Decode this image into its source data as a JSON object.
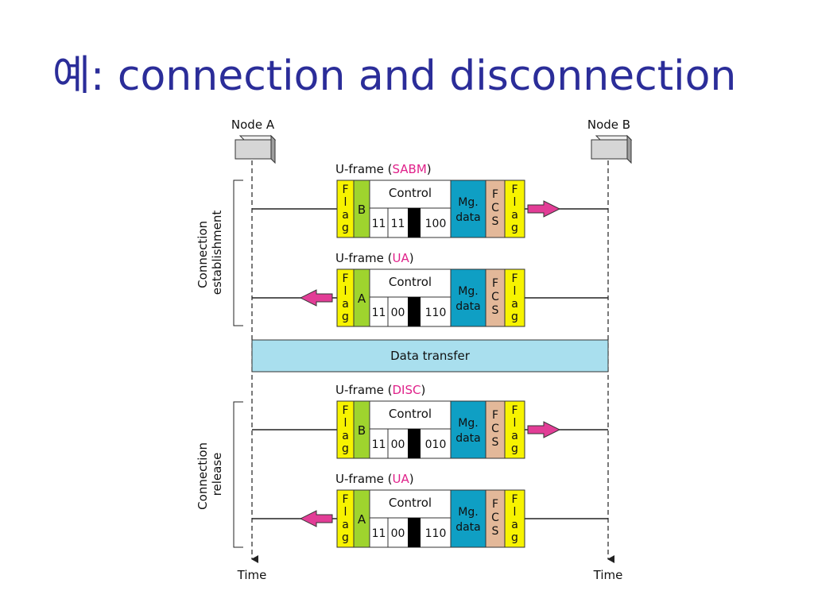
{
  "slide": {
    "title": "예: connection and disconnection"
  },
  "nodes": {
    "a": "Node A",
    "b": "Node B"
  },
  "time_label": "Time",
  "side_labels": {
    "establishment": [
      "Connection",
      "establishment"
    ],
    "release": [
      "Connection",
      "release"
    ]
  },
  "data_transfer": "Data transfer",
  "frame_prefix": "U-frame",
  "field_labels": {
    "control": "Control",
    "flag": [
      "F",
      "l",
      "a",
      "g"
    ],
    "mgmt": [
      "Mg.",
      "data"
    ],
    "fcs": [
      "F",
      "C",
      "S"
    ]
  },
  "frames": [
    {
      "type": "SABM",
      "address": "B",
      "bits": [
        "11",
        "11",
        "100"
      ],
      "direction": "A-to-B"
    },
    {
      "type": "UA",
      "address": "A",
      "bits": [
        "11",
        "00",
        "110"
      ],
      "direction": "B-to-A"
    },
    {
      "type": "DISC",
      "address": "B",
      "bits": [
        "11",
        "00",
        "010"
      ],
      "direction": "A-to-B"
    },
    {
      "type": "UA",
      "address": "A",
      "bits": [
        "11",
        "00",
        "110"
      ],
      "direction": "B-to-A"
    }
  ],
  "colors": {
    "title": "#2b2d99",
    "frame_type": "#e0218a",
    "flag": "#f7f300",
    "address": "#9fd42e",
    "mgmt": "#0f9fc4",
    "fcs": "#e3b899",
    "data_transfer": "#a9dfee",
    "arrow": "#e23d96",
    "node_box": "#d6d6d6"
  }
}
